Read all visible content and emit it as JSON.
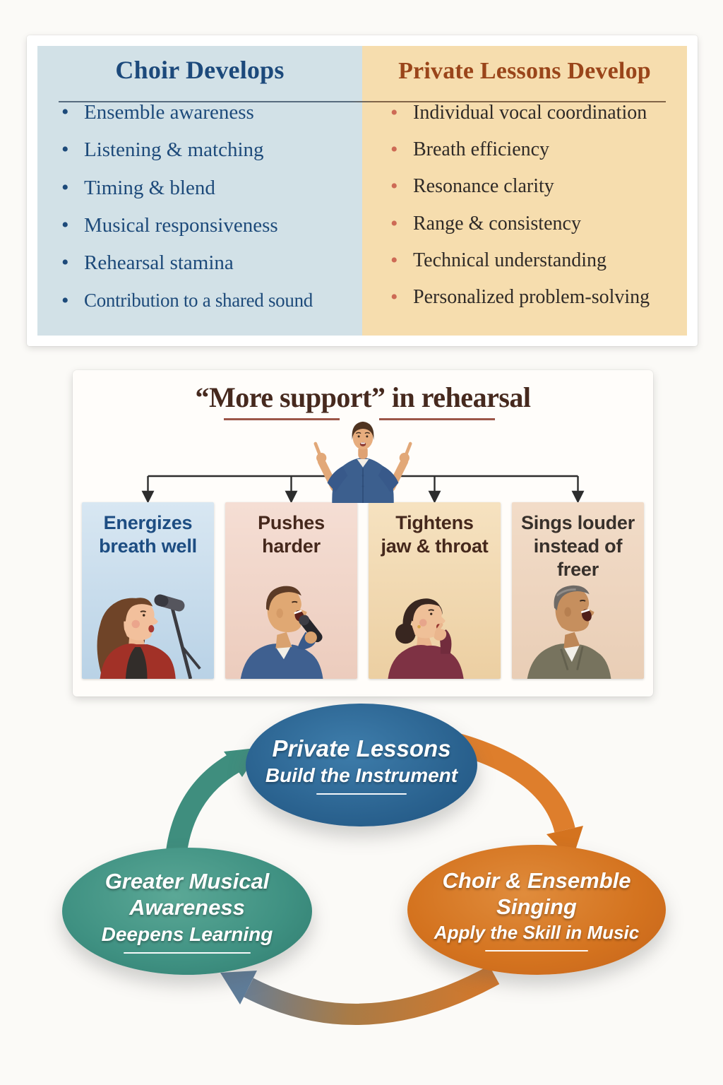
{
  "comparison": {
    "left": {
      "title": "Choir Develops",
      "items": [
        "Ensemble awareness",
        "Listening & matching",
        "Timing & blend",
        "Musical responsiveness",
        "Rehearsal stamina",
        "Contribution to a shared sound"
      ],
      "title_color": "#1c497b",
      "text_color": "#1d4a7a",
      "background": "#d2e1e7"
    },
    "right": {
      "title": "Private Lessons Develop",
      "items": [
        "Individual vocal coordination",
        "Breath efficiency",
        "Resonance clarity",
        "Range & consistency",
        "Technical understanding",
        "Personalized problem-solving"
      ],
      "title_color": "#9a451a",
      "text_color": "#2f2a27",
      "bullet_color": "#cd6a55",
      "background": "#f6ddae"
    }
  },
  "rehearsal": {
    "title": "“More support” in rehearsal",
    "title_color": "#46291e",
    "underline_color": "#9c5648",
    "conductor_icon": "conductor-pointing-up-illustration",
    "panels": [
      {
        "line1": "Energizes",
        "line2": "breath well",
        "text_color": "#1d4d82",
        "background": "#cbdcec",
        "illustration": "woman-singing-at-microphone"
      },
      {
        "line1": "Pushes",
        "line2": "harder",
        "text_color": "#45281c",
        "background": "#f1d6c9",
        "illustration": "man-singing-handheld-microphone"
      },
      {
        "line1": "Tightens",
        "line2": "jaw & throat",
        "text_color": "#45281c",
        "background": "#f3dab2",
        "illustration": "woman-touching-jaw"
      },
      {
        "line1": "Sings louder",
        "line2": "instead of freer",
        "text_color": "#37302b",
        "background": "#eed5bf",
        "illustration": "man-singing-loudly"
      }
    ]
  },
  "cycle": {
    "nodes": [
      {
        "line1": "Private Lessons",
        "subtitle": "Build the Instrument",
        "color": "#2d6494"
      },
      {
        "line1": "Choir & Ensemble",
        "line2": "Singing",
        "subtitle": "Apply the Skill in Music",
        "color": "#d0701f"
      },
      {
        "line1": "Greater Musical",
        "line2": "Awareness",
        "subtitle": "Deepens Learning",
        "color": "#3f8e7e"
      }
    ]
  }
}
